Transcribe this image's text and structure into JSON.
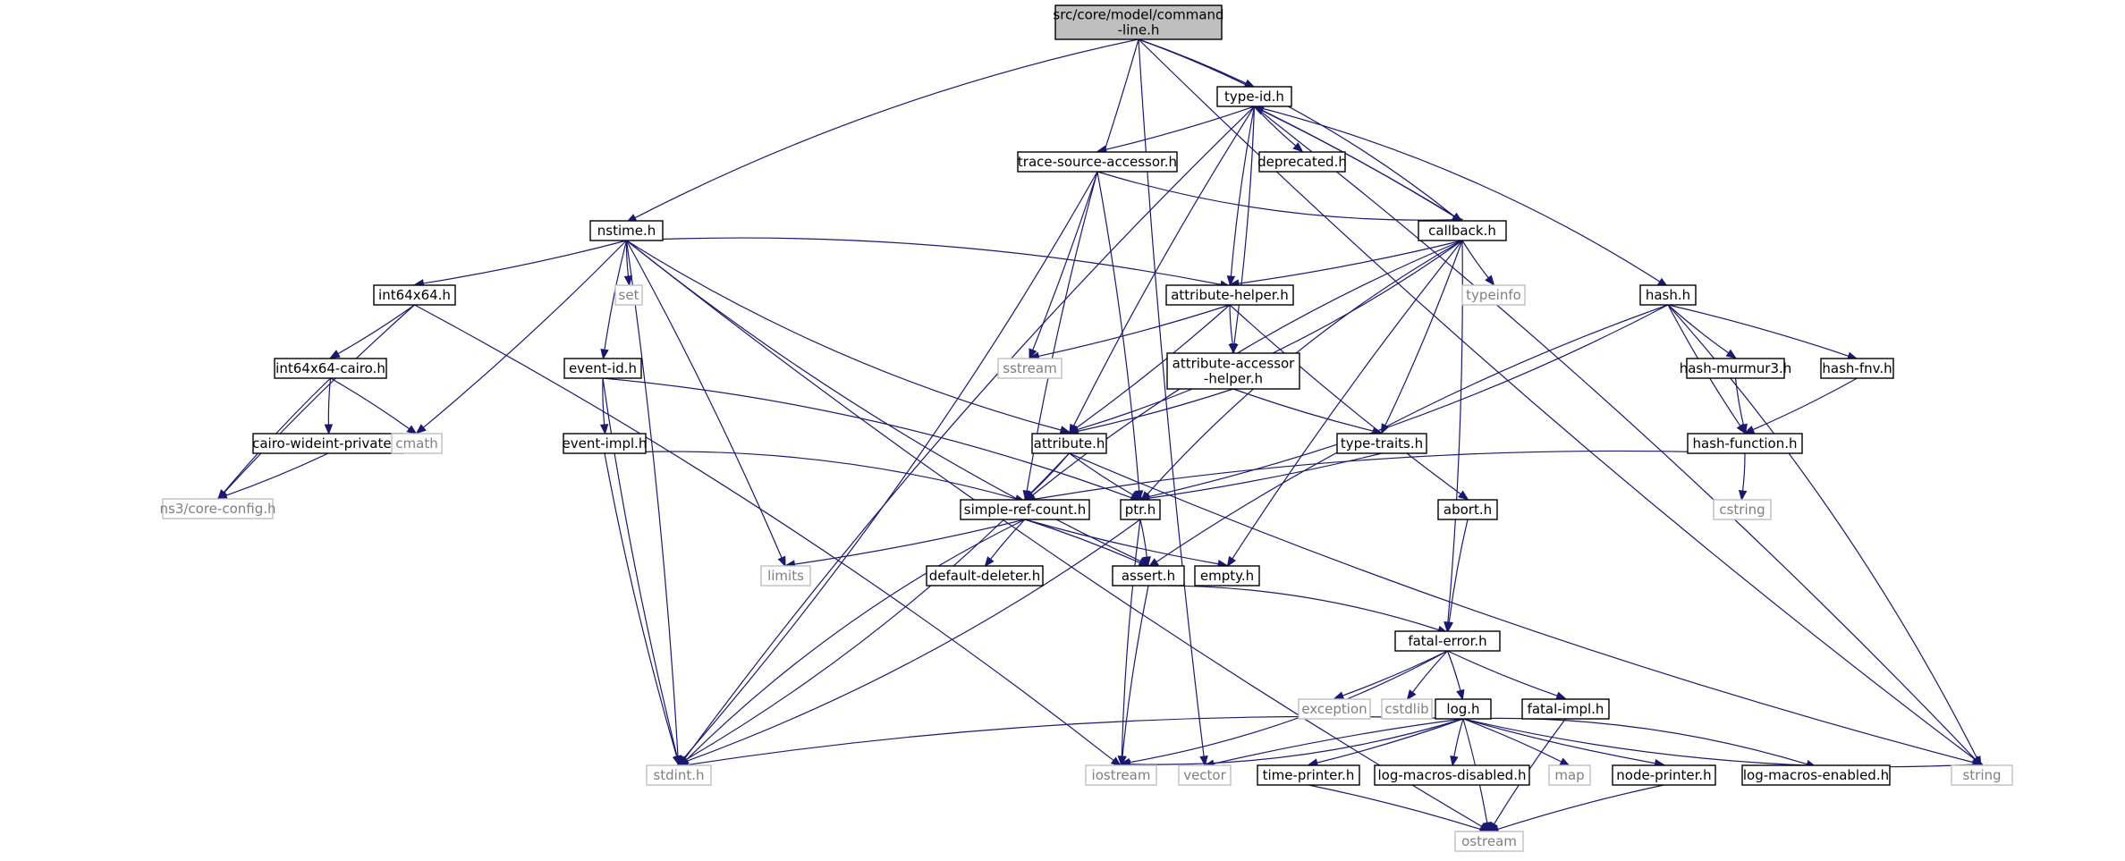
{
  "colors": {
    "edge": "#191970",
    "root_fill": "#bfbfbf",
    "box_fill": "#ffffff",
    "box_stroke": "#000000",
    "system_stroke": "#bfbfbf",
    "system_text": "#7f7f7f"
  },
  "nodes": [
    {
      "id": "root",
      "label": [
        "src/core/model/command",
        "-line.h"
      ],
      "kind": "root"
    },
    {
      "id": "type_id",
      "label": [
        "type-id.h"
      ],
      "kind": "file"
    },
    {
      "id": "nstime",
      "label": [
        "nstime.h"
      ],
      "kind": "file"
    },
    {
      "id": "tsa",
      "label": [
        "trace-source-accessor.h"
      ],
      "kind": "file"
    },
    {
      "id": "deprecated",
      "label": [
        "deprecated.h"
      ],
      "kind": "file"
    },
    {
      "id": "callback",
      "label": [
        "callback.h"
      ],
      "kind": "file"
    },
    {
      "id": "int64x64",
      "label": [
        "int64x64.h"
      ],
      "kind": "file"
    },
    {
      "id": "set",
      "label": [
        "set"
      ],
      "kind": "system"
    },
    {
      "id": "attr_helper",
      "label": [
        "attribute-helper.h"
      ],
      "kind": "file"
    },
    {
      "id": "typeinfo",
      "label": [
        "typeinfo"
      ],
      "kind": "system"
    },
    {
      "id": "hash",
      "label": [
        "hash.h"
      ],
      "kind": "file"
    },
    {
      "id": "int64x64_cairo",
      "label": [
        "int64x64-cairo.h"
      ],
      "kind": "file"
    },
    {
      "id": "event_id",
      "label": [
        "event-id.h"
      ],
      "kind": "file"
    },
    {
      "id": "sstream",
      "label": [
        "sstream"
      ],
      "kind": "system"
    },
    {
      "id": "attr_accessor",
      "label": [
        "attribute-accessor",
        "-helper.h"
      ],
      "kind": "file"
    },
    {
      "id": "hash_murmur3",
      "label": [
        "hash-murmur3.h"
      ],
      "kind": "file"
    },
    {
      "id": "hash_fnv",
      "label": [
        "hash-fnv.h"
      ],
      "kind": "file"
    },
    {
      "id": "cairo_wide",
      "label": [
        "cairo-wideint-private.h"
      ],
      "kind": "file"
    },
    {
      "id": "cmath",
      "label": [
        "cmath"
      ],
      "kind": "system"
    },
    {
      "id": "event_impl",
      "label": [
        "event-impl.h"
      ],
      "kind": "file"
    },
    {
      "id": "attribute",
      "label": [
        "attribute.h"
      ],
      "kind": "file"
    },
    {
      "id": "type_traits",
      "label": [
        "type-traits.h"
      ],
      "kind": "file"
    },
    {
      "id": "hash_function",
      "label": [
        "hash-function.h"
      ],
      "kind": "file"
    },
    {
      "id": "core_config",
      "label": [
        "ns3/core-config.h"
      ],
      "kind": "system"
    },
    {
      "id": "simple_ref",
      "label": [
        "simple-ref-count.h"
      ],
      "kind": "file"
    },
    {
      "id": "ptr",
      "label": [
        "ptr.h"
      ],
      "kind": "file"
    },
    {
      "id": "abort",
      "label": [
        "abort.h"
      ],
      "kind": "file"
    },
    {
      "id": "cstring",
      "label": [
        "cstring"
      ],
      "kind": "system"
    },
    {
      "id": "limits",
      "label": [
        "limits"
      ],
      "kind": "system"
    },
    {
      "id": "default_deleter",
      "label": [
        "default-deleter.h"
      ],
      "kind": "file"
    },
    {
      "id": "assert",
      "label": [
        "assert.h"
      ],
      "kind": "file"
    },
    {
      "id": "empty",
      "label": [
        "empty.h"
      ],
      "kind": "file"
    },
    {
      "id": "fatal_error",
      "label": [
        "fatal-error.h"
      ],
      "kind": "file"
    },
    {
      "id": "exception",
      "label": [
        "exception"
      ],
      "kind": "system"
    },
    {
      "id": "cstdlib",
      "label": [
        "cstdlib"
      ],
      "kind": "system"
    },
    {
      "id": "log",
      "label": [
        "log.h"
      ],
      "kind": "file"
    },
    {
      "id": "fatal_impl",
      "label": [
        "fatal-impl.h"
      ],
      "kind": "file"
    },
    {
      "id": "stdint",
      "label": [
        "stdint.h"
      ],
      "kind": "system"
    },
    {
      "id": "iostream",
      "label": [
        "iostream"
      ],
      "kind": "system"
    },
    {
      "id": "vector",
      "label": [
        "vector"
      ],
      "kind": "system"
    },
    {
      "id": "time_printer",
      "label": [
        "time-printer.h"
      ],
      "kind": "file"
    },
    {
      "id": "log_macros_disabled",
      "label": [
        "log-macros-disabled.h"
      ],
      "kind": "file"
    },
    {
      "id": "map",
      "label": [
        "map"
      ],
      "kind": "system"
    },
    {
      "id": "node_printer",
      "label": [
        "node-printer.h"
      ],
      "kind": "file"
    },
    {
      "id": "log_macros_enabled",
      "label": [
        "log-macros-enabled.h"
      ],
      "kind": "file"
    },
    {
      "id": "string",
      "label": [
        "string"
      ],
      "kind": "system"
    },
    {
      "id": "ostream",
      "label": [
        "ostream"
      ],
      "kind": "system"
    }
  ],
  "edges": [
    [
      "root",
      "type_id"
    ],
    [
      "root",
      "nstime"
    ],
    [
      "root",
      "sstream"
    ],
    [
      "root",
      "vector"
    ],
    [
      "root",
      "callback"
    ],
    [
      "root",
      "string"
    ],
    [
      "type_id",
      "tsa"
    ],
    [
      "type_id",
      "deprecated"
    ],
    [
      "type_id",
      "callback"
    ],
    [
      "type_id",
      "attr_helper"
    ],
    [
      "type_id",
      "attr_accessor"
    ],
    [
      "type_id",
      "attribute"
    ],
    [
      "type_id",
      "hash"
    ],
    [
      "type_id",
      "stdint"
    ],
    [
      "type_id",
      "string"
    ],
    [
      "tsa",
      "callback"
    ],
    [
      "tsa",
      "ptr"
    ],
    [
      "tsa",
      "simple_ref"
    ],
    [
      "tsa",
      "stdint"
    ],
    [
      "callback",
      "type_id"
    ],
    [
      "callback",
      "attr_helper"
    ],
    [
      "callback",
      "typeinfo"
    ],
    [
      "callback",
      "type_traits"
    ],
    [
      "callback",
      "ptr"
    ],
    [
      "callback",
      "attribute"
    ],
    [
      "callback",
      "simple_ref"
    ],
    [
      "callback",
      "fatal_error"
    ],
    [
      "callback",
      "empty"
    ],
    [
      "nstime",
      "int64x64"
    ],
    [
      "nstime",
      "set"
    ],
    [
      "nstime",
      "attr_helper"
    ],
    [
      "nstime",
      "event_id"
    ],
    [
      "nstime",
      "cmath"
    ],
    [
      "nstime",
      "attribute"
    ],
    [
      "nstime",
      "limits"
    ],
    [
      "nstime",
      "assert"
    ],
    [
      "nstime",
      "stdint"
    ],
    [
      "nstime",
      "ostream"
    ],
    [
      "int64x64",
      "int64x64_cairo"
    ],
    [
      "int64x64",
      "core_config"
    ],
    [
      "int64x64",
      "iostream"
    ],
    [
      "int64x64_cairo",
      "cairo_wide"
    ],
    [
      "int64x64_cairo",
      "cmath"
    ],
    [
      "int64x64_cairo",
      "core_config"
    ],
    [
      "cairo_wide",
      "core_config"
    ],
    [
      "event_id",
      "event_impl"
    ],
    [
      "event_id",
      "ptr"
    ],
    [
      "event_id",
      "stdint"
    ],
    [
      "event_impl",
      "simple_ref"
    ],
    [
      "event_impl",
      "stdint"
    ],
    [
      "attr_helper",
      "sstream"
    ],
    [
      "attr_helper",
      "attr_accessor"
    ],
    [
      "attr_helper",
      "attribute"
    ],
    [
      "attr_helper",
      "abort"
    ],
    [
      "attr_accessor",
      "attribute"
    ],
    [
      "attr_accessor",
      "type_traits"
    ],
    [
      "attribute",
      "simple_ref"
    ],
    [
      "attribute",
      "ptr"
    ],
    [
      "attribute",
      "stdint"
    ],
    [
      "attribute",
      "string"
    ],
    [
      "type_traits",
      "ptr"
    ],
    [
      "hash",
      "hash_murmur3"
    ],
    [
      "hash",
      "hash_fnv"
    ],
    [
      "hash",
      "hash_function"
    ],
    [
      "hash",
      "ptr"
    ],
    [
      "hash",
      "assert"
    ],
    [
      "hash",
      "string"
    ],
    [
      "hash_murmur3",
      "hash_function"
    ],
    [
      "hash_fnv",
      "hash_function"
    ],
    [
      "hash_function",
      "simple_ref"
    ],
    [
      "hash_function",
      "cstring"
    ],
    [
      "simple_ref",
      "default_deleter"
    ],
    [
      "simple_ref",
      "assert"
    ],
    [
      "simple_ref",
      "empty"
    ],
    [
      "simple_ref",
      "limits"
    ],
    [
      "simple_ref",
      "stdint"
    ],
    [
      "ptr",
      "assert"
    ],
    [
      "ptr",
      "iostream"
    ],
    [
      "ptr",
      "stdint"
    ],
    [
      "abort",
      "fatal_error"
    ],
    [
      "assert",
      "fatal_error"
    ],
    [
      "assert",
      "iostream"
    ],
    [
      "fatal_error",
      "exception"
    ],
    [
      "fatal_error",
      "cstdlib"
    ],
    [
      "fatal_error",
      "log"
    ],
    [
      "fatal_error",
      "fatal_impl"
    ],
    [
      "fatal_error",
      "iostream"
    ],
    [
      "log",
      "stdint"
    ],
    [
      "log",
      "iostream"
    ],
    [
      "log",
      "vector"
    ],
    [
      "log",
      "time_printer"
    ],
    [
      "log",
      "log_macros_disabled"
    ],
    [
      "log",
      "map"
    ],
    [
      "log",
      "node_printer"
    ],
    [
      "log",
      "log_macros_enabled"
    ],
    [
      "log",
      "string"
    ],
    [
      "log",
      "ostream"
    ],
    [
      "fatal_impl",
      "ostream"
    ],
    [
      "time_printer",
      "ostream"
    ],
    [
      "node_printer",
      "ostream"
    ]
  ]
}
